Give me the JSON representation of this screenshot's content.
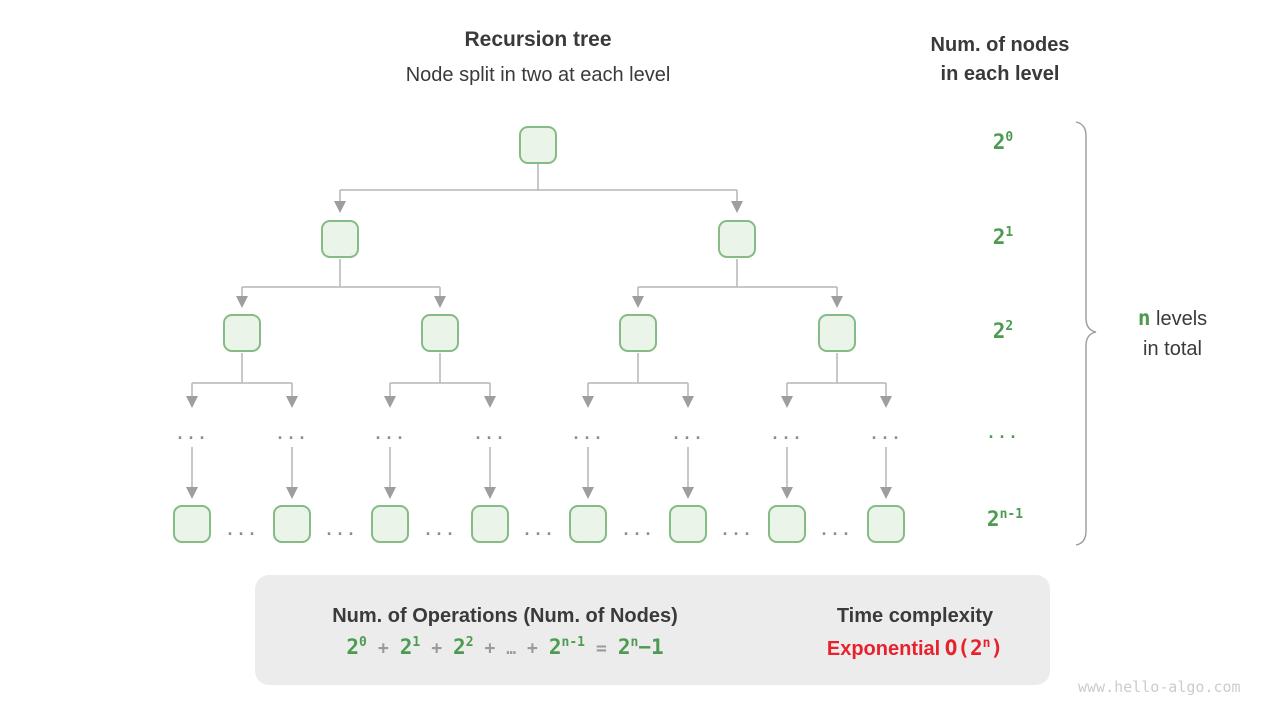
{
  "header": {
    "title": "Recursion tree",
    "subtitle": "Node split in two at each level"
  },
  "right_panel": {
    "heading_line1": "Num. of nodes",
    "heading_line2": "in each level",
    "levels": [
      {
        "base": "2",
        "sup": "0"
      },
      {
        "base": "2",
        "sup": "1"
      },
      {
        "base": "2",
        "sup": "2"
      },
      {
        "ellipsis": "..."
      },
      {
        "base": "2",
        "sup": "n-1"
      }
    ],
    "brace_label": {
      "n": "n",
      "levels_word": "levels",
      "line2": "in total"
    }
  },
  "tree": {
    "ellipsis": "...",
    "node_counts_per_level": [
      1,
      2,
      4,
      8
    ]
  },
  "summary": {
    "operations_title": "Num. of Operations (Num. of Nodes)",
    "formula": {
      "terms": [
        {
          "base": "2",
          "sup": "0"
        },
        {
          "base": "2",
          "sup": "1"
        },
        {
          "base": "2",
          "sup": "2"
        },
        {
          "base": "2",
          "sup": "n-1"
        }
      ],
      "plus": "+",
      "dots": "…",
      "equals": "=",
      "result": {
        "base": "2",
        "sup": "n",
        "tail": "−1"
      }
    },
    "time_title": "Time complexity",
    "complexity_label": "Exponential",
    "complexity_value": {
      "pre": "O(2",
      "sup": "n",
      "post": ")"
    }
  },
  "watermark": "www.hello-algo.com",
  "colors": {
    "node_fill": "#eaf4e8",
    "node_border": "#85bb85",
    "green_text": "#4c9b51",
    "red_text": "#e8222d",
    "line_gray": "#b5b5b5",
    "box_gray": "#ececec",
    "dark_text": "#3a3a3a"
  }
}
